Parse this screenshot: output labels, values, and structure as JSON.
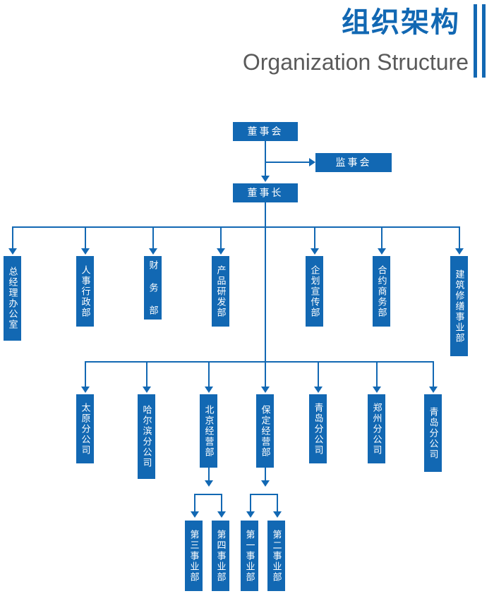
{
  "header": {
    "title_cn": "组织架构",
    "title_en": "Organization Structure",
    "accent_color": "#1268b3",
    "subtitle_color": "#5a5a5a"
  },
  "chart_data": {
    "type": "diagram",
    "diagram_kind": "org-chart",
    "title": "组织架构",
    "subtitle": "Organization Structure",
    "node_fill": "#1268b3",
    "node_text_color": "#ffffff",
    "connector_color": "#1268b3",
    "levels": [
      {
        "level": 1,
        "nodes": [
          {
            "id": "board",
            "label": "董事会",
            "orientation": "horizontal"
          },
          {
            "id": "supervisors",
            "label": "监事会",
            "orientation": "horizontal"
          }
        ]
      },
      {
        "level": 2,
        "nodes": [
          {
            "id": "chairman",
            "label": "董事长",
            "orientation": "horizontal"
          }
        ]
      },
      {
        "level": 3,
        "nodes": [
          {
            "id": "gm-office",
            "label": "总经理办公室",
            "orientation": "vertical"
          },
          {
            "id": "hr-admin",
            "label": "人事行政部",
            "orientation": "vertical"
          },
          {
            "id": "finance",
            "label": "财 务 部",
            "orientation": "vertical"
          },
          {
            "id": "rnd",
            "label": "产品研发部",
            "orientation": "vertical"
          },
          {
            "id": "planning-pr",
            "label": "企划宣传部",
            "orientation": "vertical"
          },
          {
            "id": "contract-biz",
            "label": "合约商务部",
            "orientation": "vertical"
          },
          {
            "id": "construction-repair",
            "label": "建筑修缮事业部",
            "orientation": "vertical"
          }
        ]
      },
      {
        "level": 4,
        "nodes": [
          {
            "id": "taiyuan",
            "label": "太原分公司",
            "orientation": "vertical"
          },
          {
            "id": "harbin",
            "label": "哈尔滨分公司",
            "orientation": "vertical"
          },
          {
            "id": "beijing-op",
            "label": "北京经营部",
            "orientation": "vertical"
          },
          {
            "id": "baoding-op",
            "label": "保定经营部",
            "orientation": "vertical"
          },
          {
            "id": "qingdao-1",
            "label": "青岛分公司",
            "orientation": "vertical"
          },
          {
            "id": "zhengzhou",
            "label": "郑州分公司",
            "orientation": "vertical"
          },
          {
            "id": "qingdao-2",
            "label": "青岛分公司",
            "orientation": "vertical"
          }
        ]
      },
      {
        "level": 5,
        "nodes": [
          {
            "id": "div-3",
            "label": "第三事业部",
            "orientation": "vertical",
            "parent": "beijing-op"
          },
          {
            "id": "div-4",
            "label": "第四事业部",
            "orientation": "vertical",
            "parent": "beijing-op"
          },
          {
            "id": "div-1",
            "label": "第一事业部",
            "orientation": "vertical",
            "parent": "baoding-op"
          },
          {
            "id": "div-2",
            "label": "第二事业部",
            "orientation": "vertical",
            "parent": "baoding-op"
          }
        ]
      }
    ],
    "edges": [
      {
        "from": "board",
        "to": "supervisors",
        "style": "arrow-right"
      },
      {
        "from": "board",
        "to": "chairman",
        "style": "arrow-down"
      },
      {
        "from": "chairman",
        "to": "gm-office",
        "style": "arrow-down"
      },
      {
        "from": "chairman",
        "to": "hr-admin",
        "style": "arrow-down"
      },
      {
        "from": "chairman",
        "to": "finance",
        "style": "arrow-down"
      },
      {
        "from": "chairman",
        "to": "rnd",
        "style": "arrow-down"
      },
      {
        "from": "chairman",
        "to": "planning-pr",
        "style": "arrow-down"
      },
      {
        "from": "chairman",
        "to": "contract-biz",
        "style": "arrow-down"
      },
      {
        "from": "chairman",
        "to": "construction-repair",
        "style": "arrow-down"
      },
      {
        "from": "chairman",
        "to": "taiyuan",
        "style": "arrow-down"
      },
      {
        "from": "chairman",
        "to": "harbin",
        "style": "arrow-down"
      },
      {
        "from": "chairman",
        "to": "beijing-op",
        "style": "arrow-down"
      },
      {
        "from": "chairman",
        "to": "baoding-op",
        "style": "arrow-down"
      },
      {
        "from": "chairman",
        "to": "qingdao-1",
        "style": "arrow-down"
      },
      {
        "from": "chairman",
        "to": "zhengzhou",
        "style": "arrow-down"
      },
      {
        "from": "chairman",
        "to": "qingdao-2",
        "style": "arrow-down"
      },
      {
        "from": "beijing-op",
        "to": "div-3",
        "style": "arrow-down"
      },
      {
        "from": "beijing-op",
        "to": "div-4",
        "style": "arrow-down"
      },
      {
        "from": "baoding-op",
        "to": "div-1",
        "style": "arrow-down"
      },
      {
        "from": "baoding-op",
        "to": "div-2",
        "style": "arrow-down"
      }
    ]
  }
}
